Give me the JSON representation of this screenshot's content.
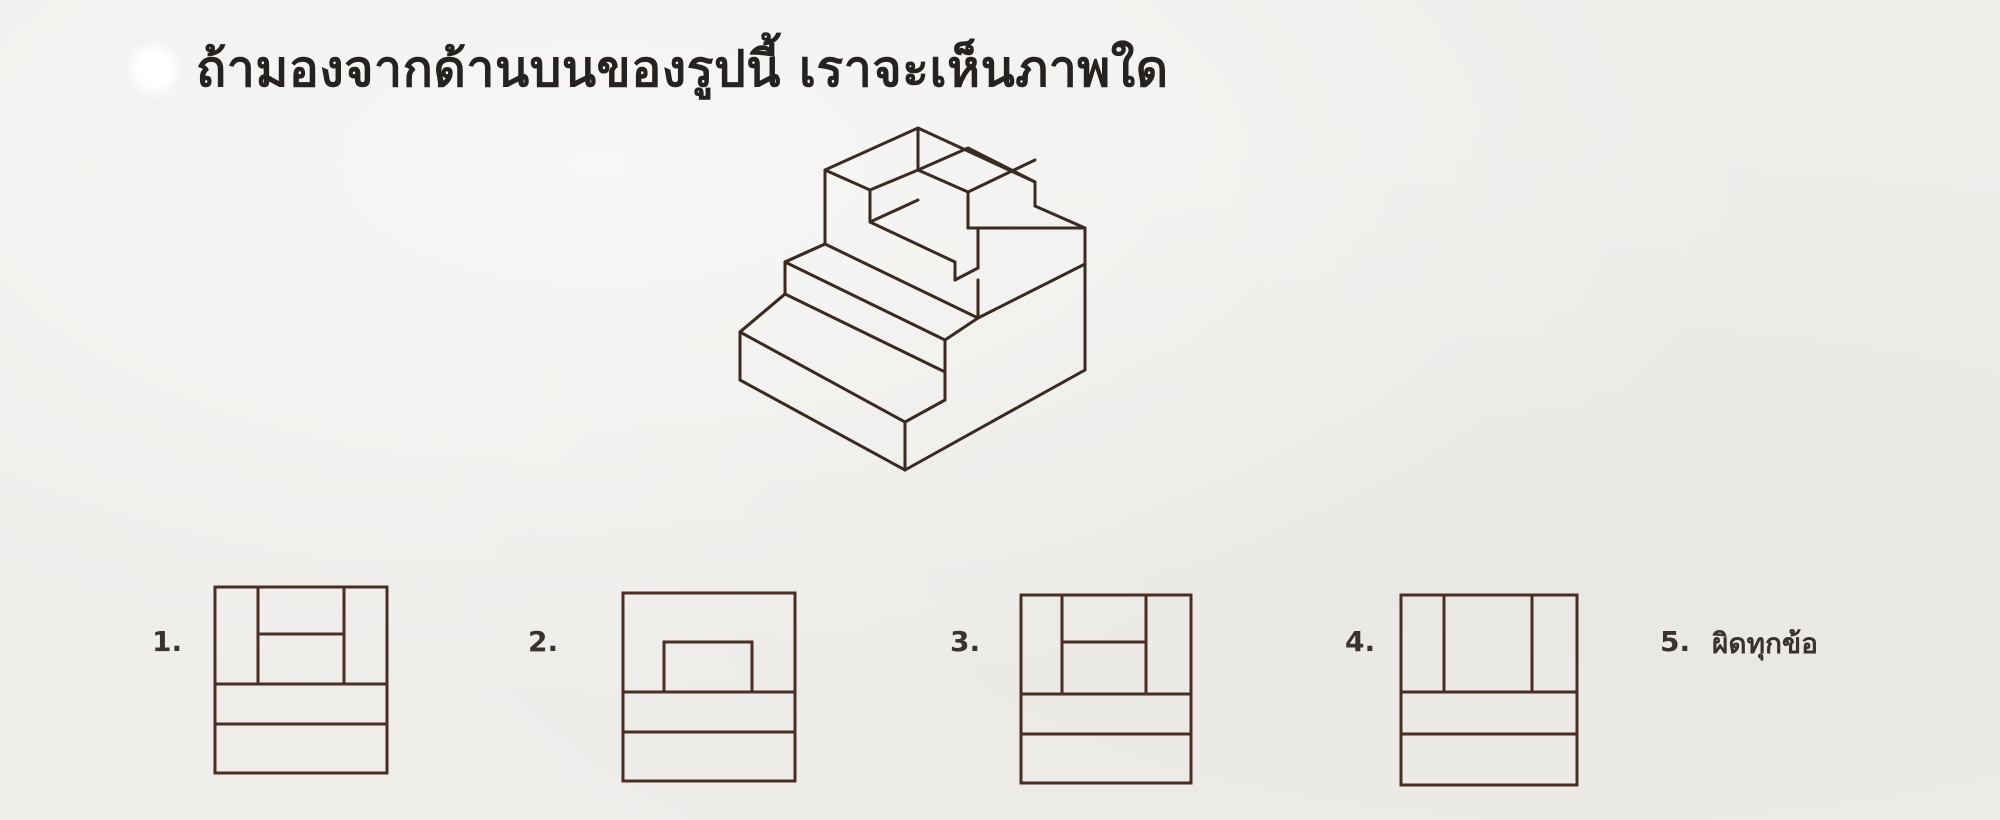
{
  "question": {
    "text": "ถ้ามองจากด้านบนของรูปนี้ เราจะเห็นภาพใด"
  },
  "figure": {
    "description_icon": "isometric-stair-block-icon"
  },
  "options": [
    {
      "number": "1.",
      "icon": "top-view-option-1-icon"
    },
    {
      "number": "2.",
      "icon": "top-view-option-2-icon"
    },
    {
      "number": "3.",
      "icon": "top-view-option-3-icon"
    },
    {
      "number": "4.",
      "icon": "top-view-option-4-icon"
    },
    {
      "number": "5.",
      "text": "ผิดทุกข้อ"
    }
  ],
  "colors": {
    "background": "#eeedea",
    "line": "#3a2a22",
    "text": "#262220"
  }
}
